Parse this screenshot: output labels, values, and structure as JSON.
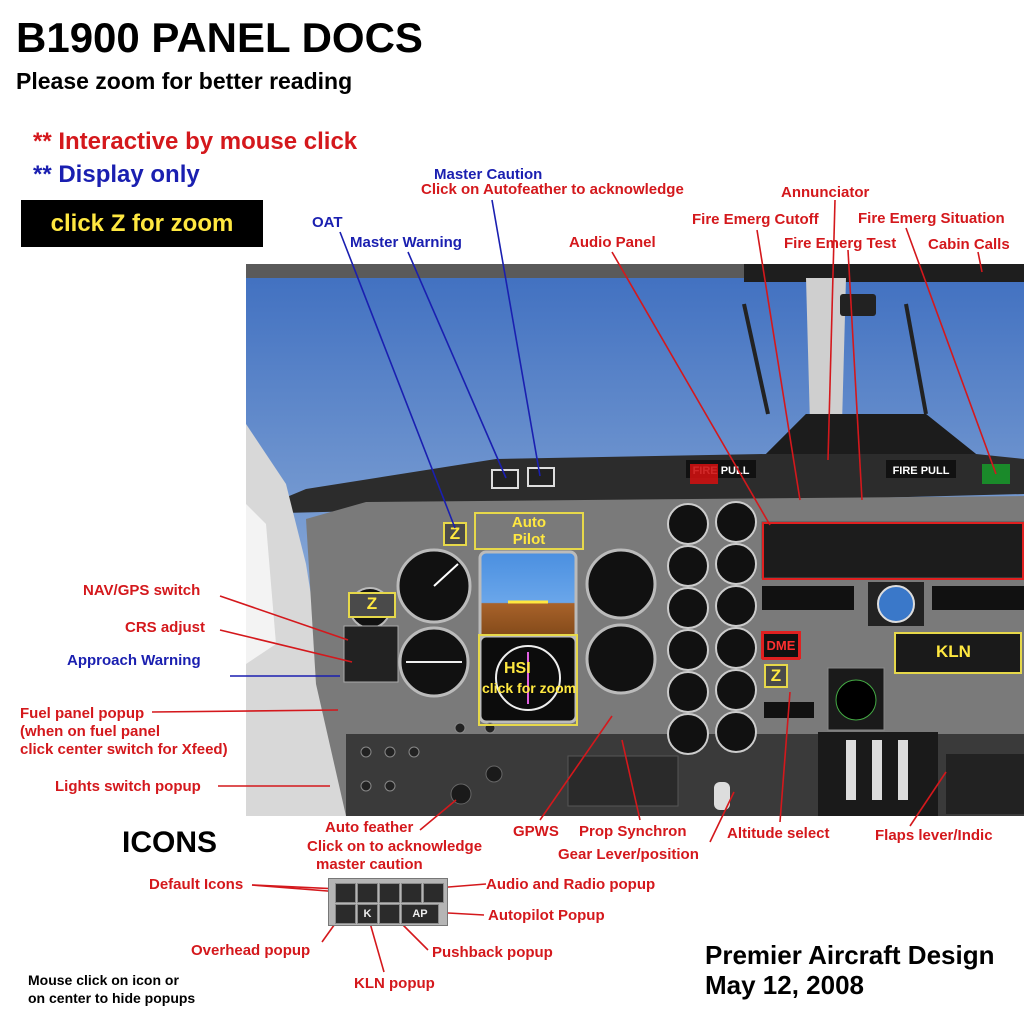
{
  "title": "B1900 PANEL DOCS",
  "subtitle": "Please zoom for better reading",
  "legend": {
    "interactive": "** Interactive by mouse click",
    "display_only": "** Display only"
  },
  "zoom_button": "click Z for zoom",
  "colors": {
    "interactive": "#d4181c",
    "display": "#1a1fb0",
    "zoom_box": "#ffe840"
  },
  "labels": {
    "master_caution": "Master Caution",
    "master_caution_note": "Click on Autofeather to acknowledge",
    "annunciator": "Annunciator",
    "fire_emerg_cutoff": "Fire Emerg Cutoff",
    "fire_emerg_situation": "Fire Emerg Situation",
    "fire_emerg_test": "Fire Emerg Test",
    "cabin_calls": "Cabin Calls",
    "oat": "OAT",
    "master_warning": "Master Warning",
    "audio_panel": "Audio Panel",
    "nav_gps_switch": "NAV/GPS switch",
    "crs_adjust": "CRS adjust",
    "approach_warning": "Approach Warning",
    "fuel_panel_popup": "Fuel panel popup",
    "fuel_panel_note1": "(when on fuel panel",
    "fuel_panel_note2": "click center switch for Xfeed)",
    "lights_switch_popup": "Lights switch popup",
    "auto_feather": "Auto feather",
    "auto_feather_note1": "Click on to acknowledge",
    "auto_feather_note2": "master caution",
    "gpws": "GPWS",
    "prop_synchron": "Prop Synchron",
    "gear_lever": "Gear Lever/position",
    "altitude_select": "Altitude select",
    "flaps_lever": "Flaps lever/Indic",
    "default_icons": "Default Icons",
    "audio_radio_popup": "Audio and Radio popup",
    "autopilot_popup": "Autopilot Popup",
    "overhead_popup": "Overhead popup",
    "pushback_popup": "Pushback popup",
    "kln_popup": "KLN popup"
  },
  "panel": {
    "autopilot_label": "Auto\nPilot",
    "hsi_label": "HSI",
    "hsi_zoom": "click for zoom",
    "kln_label": "KLN",
    "zoom_tag": "Z",
    "fire_pull": "FIRE PULL",
    "dme_label": "DME"
  },
  "icons_title": "ICONS",
  "icons": [
    "audio",
    "radio",
    "nav",
    "gps",
    "map",
    "overhead",
    "K",
    "pushback",
    "AP"
  ],
  "footer": {
    "company": "Premier Aircraft Design",
    "date": "May 12, 2008",
    "note_line1": "Mouse click on icon or",
    "note_line2": "on center to hide popups"
  }
}
